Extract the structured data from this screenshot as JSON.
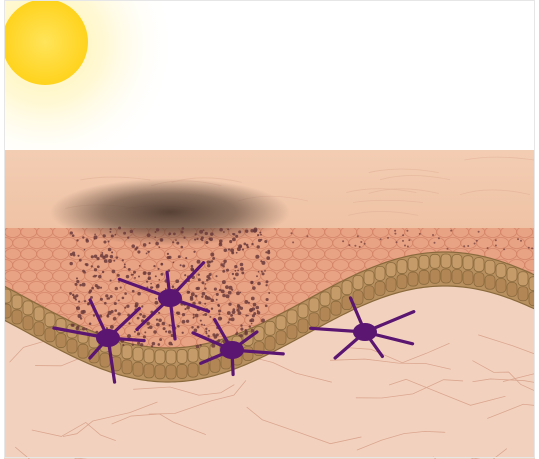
{
  "scene": {
    "subject": "skin-cross-section-sun-exposure",
    "elements": [
      "sun",
      "skin-surface",
      "hyperpigmented-spot",
      "epidermis",
      "melanin-granules",
      "melanocytes",
      "basal-layer",
      "dermis"
    ]
  },
  "colors": {
    "sky": "#ffffff",
    "sun_core": "#ffd21a",
    "sun_glow": "#fff3b0",
    "surface_top": "#f3cdb3",
    "surface_mid": "#efc2a4",
    "dark_spot": "#4f3a2f",
    "epidermis": "#e8a284",
    "cell_outline": "#cf7e62",
    "melanin": "#6b3b3b",
    "melanocyte": "#5a1670",
    "basal_cell": "#b89060",
    "basal_outline": "#8a6a3c",
    "dermis": "#f2d2bf",
    "dermis_lines": "#dba68f"
  }
}
